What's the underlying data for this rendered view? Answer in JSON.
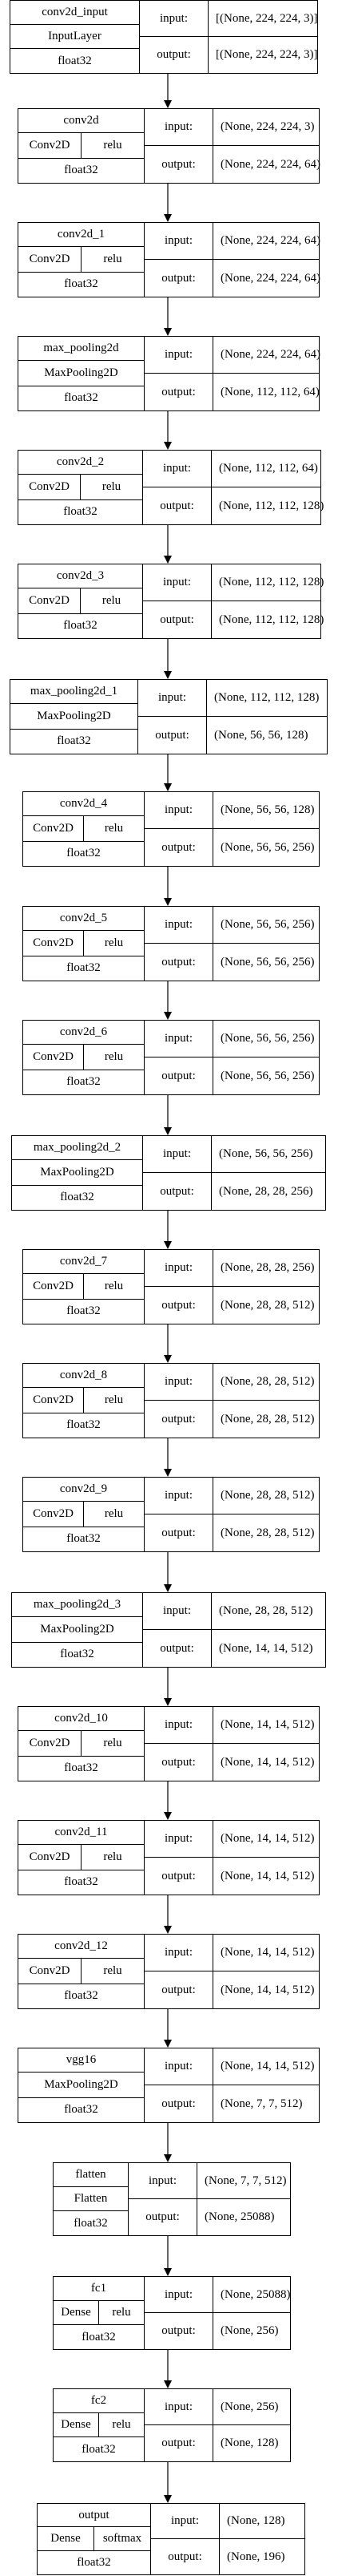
{
  "diagram": {
    "input_label": "input:",
    "output_label": "output:",
    "layers": [
      {
        "name": "conv2d_input",
        "type": "InputLayer",
        "activation": "",
        "dtype": "float32",
        "input": "[(None, 224, 224, 3)]",
        "output": "[(None, 224, 224, 3)]"
      },
      {
        "name": "conv2d",
        "type": "Conv2D",
        "activation": "relu",
        "dtype": "float32",
        "input": "(None, 224, 224, 3)",
        "output": "(None, 224, 224, 64)"
      },
      {
        "name": "conv2d_1",
        "type": "Conv2D",
        "activation": "relu",
        "dtype": "float32",
        "input": "(None, 224, 224, 64)",
        "output": "(None, 224, 224, 64)"
      },
      {
        "name": "max_pooling2d",
        "type": "MaxPooling2D",
        "activation": "",
        "dtype": "float32",
        "input": "(None, 224, 224, 64)",
        "output": "(None, 112, 112, 64)"
      },
      {
        "name": "conv2d_2",
        "type": "Conv2D",
        "activation": "relu",
        "dtype": "float32",
        "input": "(None, 112, 112, 64)",
        "output": "(None, 112, 112, 128)"
      },
      {
        "name": "conv2d_3",
        "type": "Conv2D",
        "activation": "relu",
        "dtype": "float32",
        "input": "(None, 112, 112, 128)",
        "output": "(None, 112, 112, 128)"
      },
      {
        "name": "max_pooling2d_1",
        "type": "MaxPooling2D",
        "activation": "",
        "dtype": "float32",
        "input": "(None, 112, 112, 128)",
        "output": "(None, 56, 56, 128)"
      },
      {
        "name": "conv2d_4",
        "type": "Conv2D",
        "activation": "relu",
        "dtype": "float32",
        "input": "(None, 56, 56, 128)",
        "output": "(None, 56, 56, 256)"
      },
      {
        "name": "conv2d_5",
        "type": "Conv2D",
        "activation": "relu",
        "dtype": "float32",
        "input": "(None, 56, 56, 256)",
        "output": "(None, 56, 56, 256)"
      },
      {
        "name": "conv2d_6",
        "type": "Conv2D",
        "activation": "relu",
        "dtype": "float32",
        "input": "(None, 56, 56, 256)",
        "output": "(None, 56, 56, 256)"
      },
      {
        "name": "max_pooling2d_2",
        "type": "MaxPooling2D",
        "activation": "",
        "dtype": "float32",
        "input": "(None, 56, 56, 256)",
        "output": "(None, 28, 28, 256)"
      },
      {
        "name": "conv2d_7",
        "type": "Conv2D",
        "activation": "relu",
        "dtype": "float32",
        "input": "(None, 28, 28, 256)",
        "output": "(None, 28, 28, 512)"
      },
      {
        "name": "conv2d_8",
        "type": "Conv2D",
        "activation": "relu",
        "dtype": "float32",
        "input": "(None, 28, 28, 512)",
        "output": "(None, 28, 28, 512)"
      },
      {
        "name": "conv2d_9",
        "type": "Conv2D",
        "activation": "relu",
        "dtype": "float32",
        "input": "(None, 28, 28, 512)",
        "output": "(None, 28, 28, 512)"
      },
      {
        "name": "max_pooling2d_3",
        "type": "MaxPooling2D",
        "activation": "",
        "dtype": "float32",
        "input": "(None, 28, 28, 512)",
        "output": "(None, 14, 14, 512)"
      },
      {
        "name": "conv2d_10",
        "type": "Conv2D",
        "activation": "relu",
        "dtype": "float32",
        "input": "(None, 14, 14, 512)",
        "output": "(None, 14, 14, 512)"
      },
      {
        "name": "conv2d_11",
        "type": "Conv2D",
        "activation": "relu",
        "dtype": "float32",
        "input": "(None, 14, 14, 512)",
        "output": "(None, 14, 14, 512)"
      },
      {
        "name": "conv2d_12",
        "type": "Conv2D",
        "activation": "relu",
        "dtype": "float32",
        "input": "(None, 14, 14, 512)",
        "output": "(None, 14, 14, 512)"
      },
      {
        "name": "vgg16",
        "type": "MaxPooling2D",
        "activation": "",
        "dtype": "float32",
        "input": "(None, 14, 14, 512)",
        "output": "(None, 7, 7, 512)"
      },
      {
        "name": "flatten",
        "type": "Flatten",
        "activation": "",
        "dtype": "float32",
        "input": "(None, 7, 7, 512)",
        "output": "(None, 25088)"
      },
      {
        "name": "fc1",
        "type": "Dense",
        "activation": "relu",
        "dtype": "float32",
        "input": "(None, 25088)",
        "output": "(None, 256)"
      },
      {
        "name": "fc2",
        "type": "Dense",
        "activation": "relu",
        "dtype": "float32",
        "input": "(None, 256)",
        "output": "(None, 128)"
      },
      {
        "name": "output",
        "type": "Dense",
        "activation": "softmax",
        "dtype": "float32",
        "input": "(None, 128)",
        "output": "(None, 196)"
      }
    ]
  }
}
